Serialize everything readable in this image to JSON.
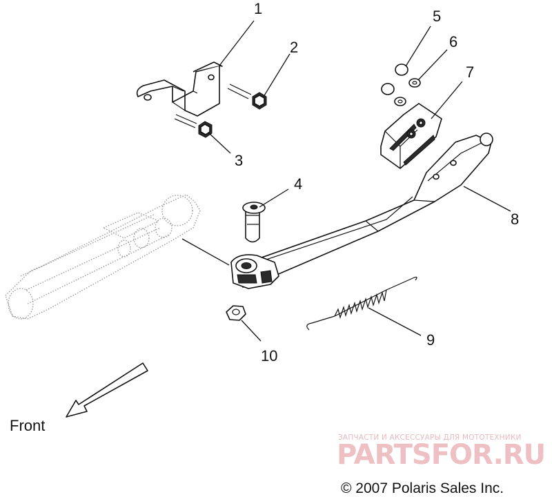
{
  "callouts": [
    {
      "id": "1",
      "label": "1"
    },
    {
      "id": "2",
      "label": "2"
    },
    {
      "id": "3",
      "label": "3"
    },
    {
      "id": "4",
      "label": "4"
    },
    {
      "id": "5",
      "label": "5"
    },
    {
      "id": "6",
      "label": "6"
    },
    {
      "id": "7",
      "label": "7"
    },
    {
      "id": "8",
      "label": "8"
    },
    {
      "id": "9",
      "label": "9"
    },
    {
      "id": "10",
      "label": "10"
    }
  ],
  "direction": {
    "label": "Front"
  },
  "watermark": {
    "subtitle": "ЗАПЧАСТИ И АКСЕССУАРЫ ДЛЯ МОТОТЕХНИКИ",
    "brand": "PARTSFOR.RU",
    "color": "#eebfc3"
  },
  "copyright": "© 2007 Polaris Sales Inc."
}
